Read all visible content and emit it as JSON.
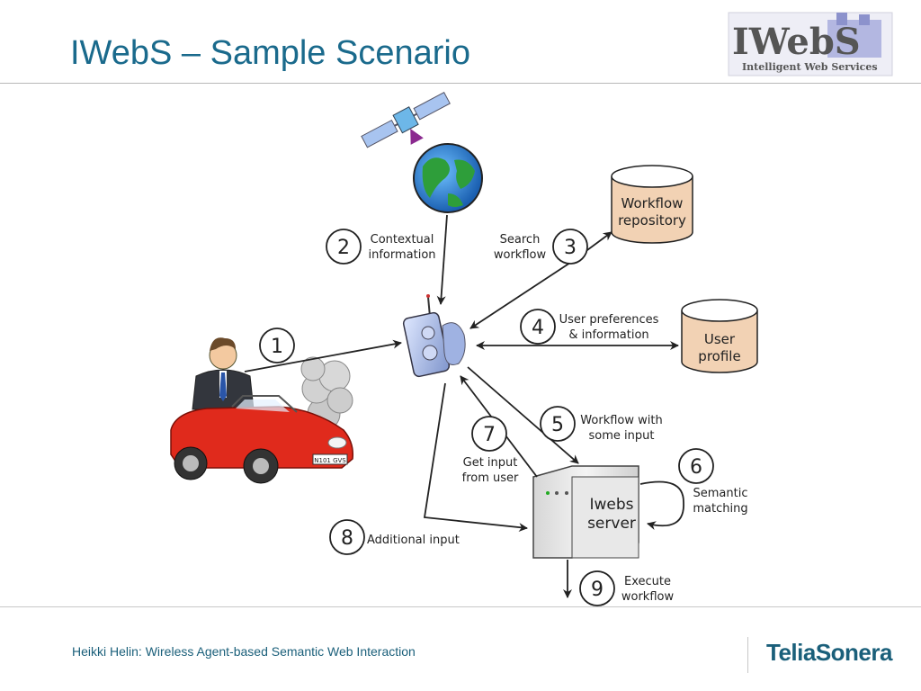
{
  "page": {
    "title": "IWebS – Sample Scenario",
    "footer_text": "Heikki Helin: Wireless Agent-based Semantic Web Interaction",
    "brand": "TeliaSonera"
  },
  "logo": {
    "text": "IWebS",
    "subtitle": "Intelligent Web Services"
  },
  "diagram": {
    "workflow_repository": [
      "Workflow",
      "repository"
    ],
    "user_profile": [
      "User",
      "profile"
    ],
    "server": [
      "Iwebs",
      "server"
    ],
    "car_plate": "N101 GVS",
    "steps": [
      {
        "number": "1",
        "lines": []
      },
      {
        "number": "2",
        "lines": [
          "Contextual",
          "information"
        ]
      },
      {
        "number": "3",
        "lines": [
          "Search",
          "workflow"
        ]
      },
      {
        "number": "4",
        "lines": [
          "User preferences",
          "& information"
        ]
      },
      {
        "number": "5",
        "lines": [
          "Workflow with",
          "some input"
        ]
      },
      {
        "number": "6",
        "lines": [
          "Semantic",
          "matching"
        ]
      },
      {
        "number": "7",
        "lines": [
          "Get input",
          "from user"
        ]
      },
      {
        "number": "8",
        "lines": [
          "Additional input"
        ]
      },
      {
        "number": "9",
        "lines": [
          "Execute",
          "workflow"
        ]
      }
    ]
  }
}
